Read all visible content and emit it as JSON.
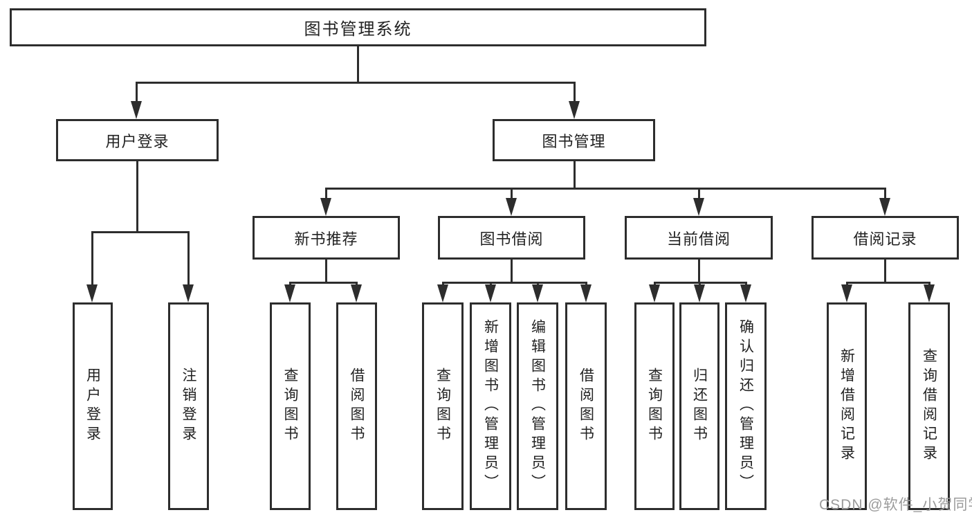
{
  "diagram": {
    "root": {
      "label": "图书管理系统"
    },
    "level2": [
      {
        "label": "用户登录"
      },
      {
        "label": "图书管理"
      }
    ],
    "level3": [
      {
        "label": "新书推荐"
      },
      {
        "label": "图书借阅"
      },
      {
        "label": "当前借阅"
      },
      {
        "label": "借阅记录"
      }
    ],
    "leaves": {
      "user_login": [
        "用户登录",
        "注销登录"
      ],
      "new_books": [
        "查询图书",
        "借阅图书"
      ],
      "book_borrow": [
        "查询图书",
        "新增图书（管理员）",
        "编辑图书（管理员）",
        "借阅图书"
      ],
      "current_borrow": [
        "查询图书",
        "归还图书",
        "确认归还（管理员）"
      ],
      "borrow_records": [
        "新增借阅记录",
        "查询借阅记录"
      ]
    },
    "watermark": "CSDN @软件_小贺同学",
    "colors": {
      "line": "#2d2d2d",
      "box_border": "#2d2d2d",
      "background": "#ffffff",
      "watermark": "#9b9b9b"
    }
  }
}
